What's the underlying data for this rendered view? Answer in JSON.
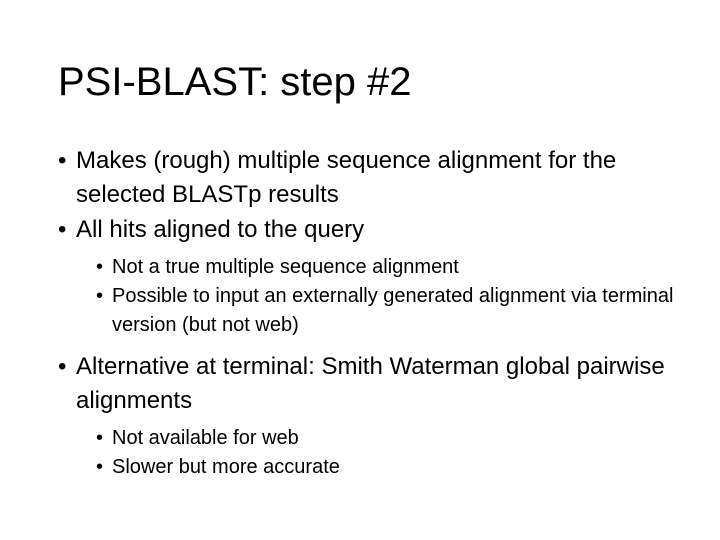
{
  "title": "PSI-BLAST: step #2",
  "bullets": [
    {
      "text": "Makes (rough) multiple sequence alignment for the selected BLASTp results"
    },
    {
      "text": "All hits aligned to the query",
      "sub": [
        "Not a true multiple sequence alignment",
        "Possible to input an externally generated alignment via terminal version (but not web)"
      ]
    },
    {
      "text": "Alternative at terminal: Smith Waterman global pairwise alignments",
      "sub": [
        "Not available for web",
        "Slower but more accurate"
      ]
    }
  ]
}
